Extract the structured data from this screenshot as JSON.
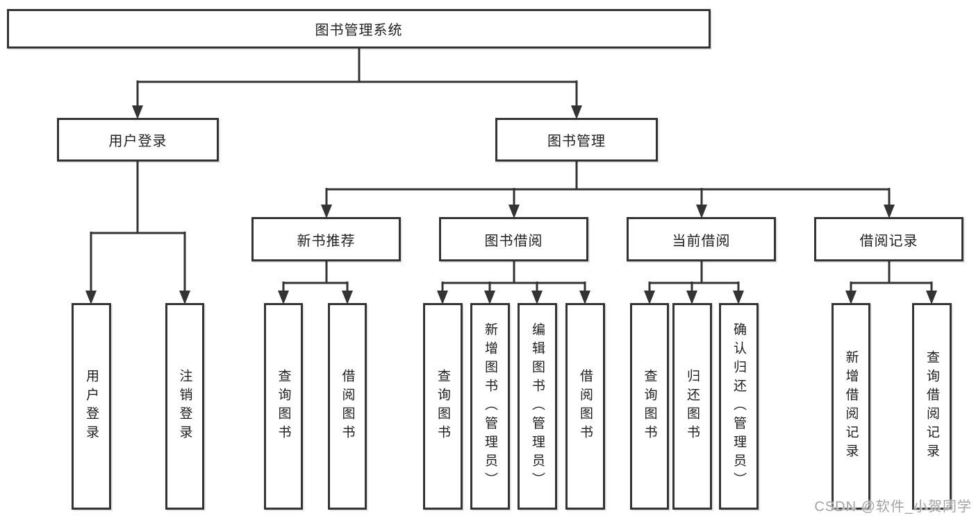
{
  "tree": {
    "label": "图书管理系统",
    "children": [
      {
        "label": "用户登录",
        "children": [
          {
            "label": "用户登录"
          },
          {
            "label": "注销登录"
          }
        ]
      },
      {
        "label": "图书管理",
        "children": [
          {
            "label": "新书推荐",
            "children": [
              {
                "label": "查询图书"
              },
              {
                "label": "借阅图书"
              }
            ]
          },
          {
            "label": "图书借阅",
            "children": [
              {
                "label": "查询图书"
              },
              {
                "label": "新增图书（管理员）"
              },
              {
                "label": "编辑图书（管理员）"
              },
              {
                "label": "借阅图书"
              }
            ]
          },
          {
            "label": "当前借阅",
            "children": [
              {
                "label": "查询图书"
              },
              {
                "label": "归还图书"
              },
              {
                "label": "确认归还（管理员）"
              }
            ]
          },
          {
            "label": "借阅记录",
            "children": [
              {
                "label": "新增借阅记录"
              },
              {
                "label": "查询借阅记录"
              }
            ]
          }
        ]
      }
    ]
  },
  "watermark": "CSDN @软件_小贺同学",
  "colors": {
    "line": "#333333",
    "box_background": "#ffffff",
    "text": "#1e1e1e",
    "watermark": "#a3a3a3"
  }
}
